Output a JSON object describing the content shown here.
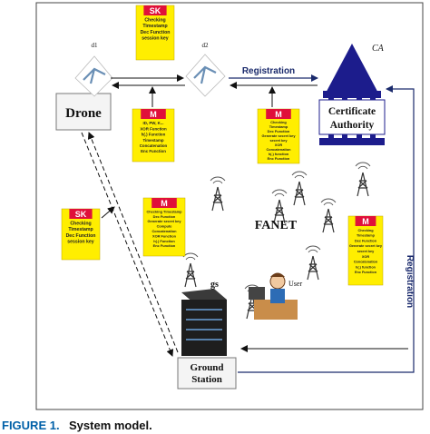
{
  "caption": {
    "label": "FIGURE 1.",
    "text": "System model."
  },
  "nodes": {
    "drone": "Drone",
    "ca_title": "CA",
    "ca_line1": "Certificate",
    "ca_line2": "Authority",
    "fanet": "FANET",
    "user": "User",
    "gs_label": "gs",
    "ground_station_line1": "Ground",
    "ground_station_line2": "Station",
    "d1": "d1",
    "d2": "d2"
  },
  "edges": {
    "registration_top": "Registration",
    "registration_right": "Registration"
  },
  "notes": {
    "sk_top": {
      "header": "SK",
      "lines": [
        "Checking",
        "Timestamp",
        "Dec Function",
        "session key"
      ]
    },
    "sk_left": {
      "header": "SK",
      "lines": [
        "Checking",
        "Timestamp",
        "Dec Function",
        "session key"
      ]
    },
    "m_drone": {
      "header": "M",
      "lines": [
        "ID, PW, K...",
        "XOR Function",
        "h(.) Function",
        "Timestamp",
        "Concatenation",
        "Enc Function"
      ]
    },
    "m_ca": {
      "header": "M",
      "lines": [
        "Checking",
        "Timestamp",
        "Dec Function",
        "Generate secret key",
        "secret key",
        "XOR",
        "Concatenation",
        "h(.) function",
        "Enc Function"
      ]
    },
    "m_gs": {
      "header": "M",
      "lines": [
        "Checking Timestamp",
        "Dec Function",
        "Generate secret key",
        "Compute",
        "Concatenation",
        "XOR Function",
        "h(.) Function",
        "Enc Function"
      ]
    },
    "m_right": {
      "header": "M",
      "lines": [
        "Checking",
        "Timestamp",
        "Dec Function",
        "Generate secret key",
        "secret key",
        "XOR",
        "Concatenation",
        "h(.) function",
        "Enc Function"
      ]
    }
  },
  "colors": {
    "note_fill": "#ffee00",
    "header_fill": "#e0103a",
    "arrow_blue": "#1a2a6c",
    "ca_blue": "#1c1c8c"
  }
}
